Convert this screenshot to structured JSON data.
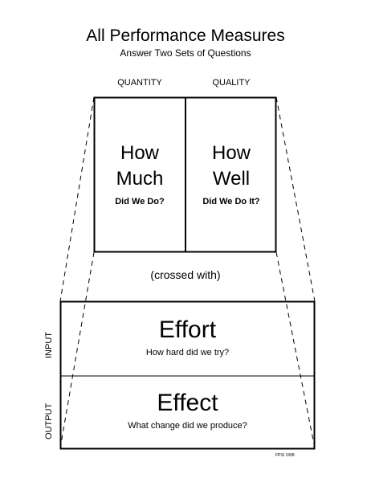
{
  "title": "All Performance Measures",
  "subtitle": "Answer Two Sets of Questions",
  "columns": [
    {
      "header": "QUANTITY",
      "line1": "How",
      "line2": "Much",
      "question": "Did We Do?"
    },
    {
      "header": "QUALITY",
      "line1": "How",
      "line2": "Well",
      "question": "Did We Do It?"
    }
  ],
  "crossed_label": "(crossed with)",
  "rows": [
    {
      "side_label": "INPUT",
      "heading": "Effort",
      "question": "How hard did we try?"
    },
    {
      "side_label": "OUTPUT",
      "heading": "Effect",
      "question": "What change did we produce?"
    }
  ],
  "footer": "FPSI 1998"
}
